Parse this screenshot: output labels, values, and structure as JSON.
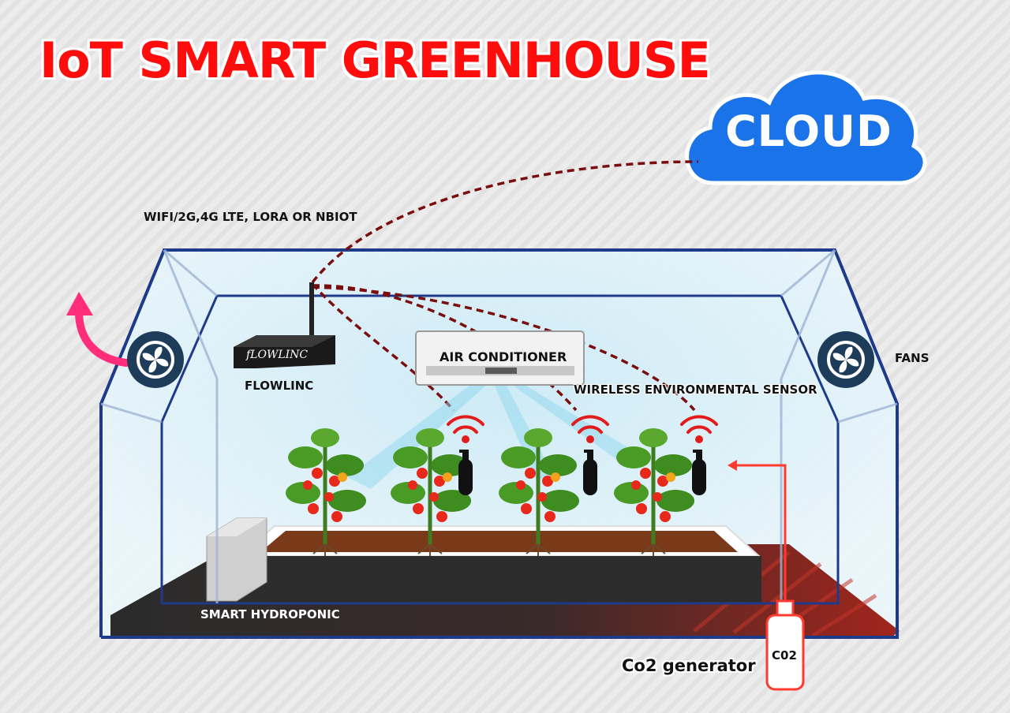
{
  "title": "IoT SMART GREENHOUSE",
  "cloud": {
    "label": "CLOUD",
    "color": "#1a73e8"
  },
  "network": {
    "label": "WIFI/2G,4G LTE, LORA OR NBIOT"
  },
  "gateway": {
    "label": "FLOWLINC",
    "device_text": "fLOWLINC"
  },
  "air_conditioner": {
    "label": "AIR CONDITIONER"
  },
  "fans": {
    "label": "FANS"
  },
  "sensor": {
    "label": "WIRELESS ENVIRONMENTAL SENSOR"
  },
  "hydroponic": {
    "label": "SMART HYDROPONIC"
  },
  "co2": {
    "generator_label": "Co2 generator",
    "bottle_label": "C02",
    "line_color": "#ff3b30"
  },
  "colors": {
    "title": "#ff0d0d",
    "frame": "#1e3a8a",
    "link": "#7a0e0e",
    "wifi": "#e21b1b",
    "exhaust_arrow": "#ff2d7a"
  },
  "icons": [
    "cloud-icon",
    "router-icon",
    "fan-icon",
    "wifi-icon",
    "co2-cylinder-icon",
    "tomato-plant-icon",
    "air-conditioner-icon",
    "exhaust-arrow-icon"
  ]
}
